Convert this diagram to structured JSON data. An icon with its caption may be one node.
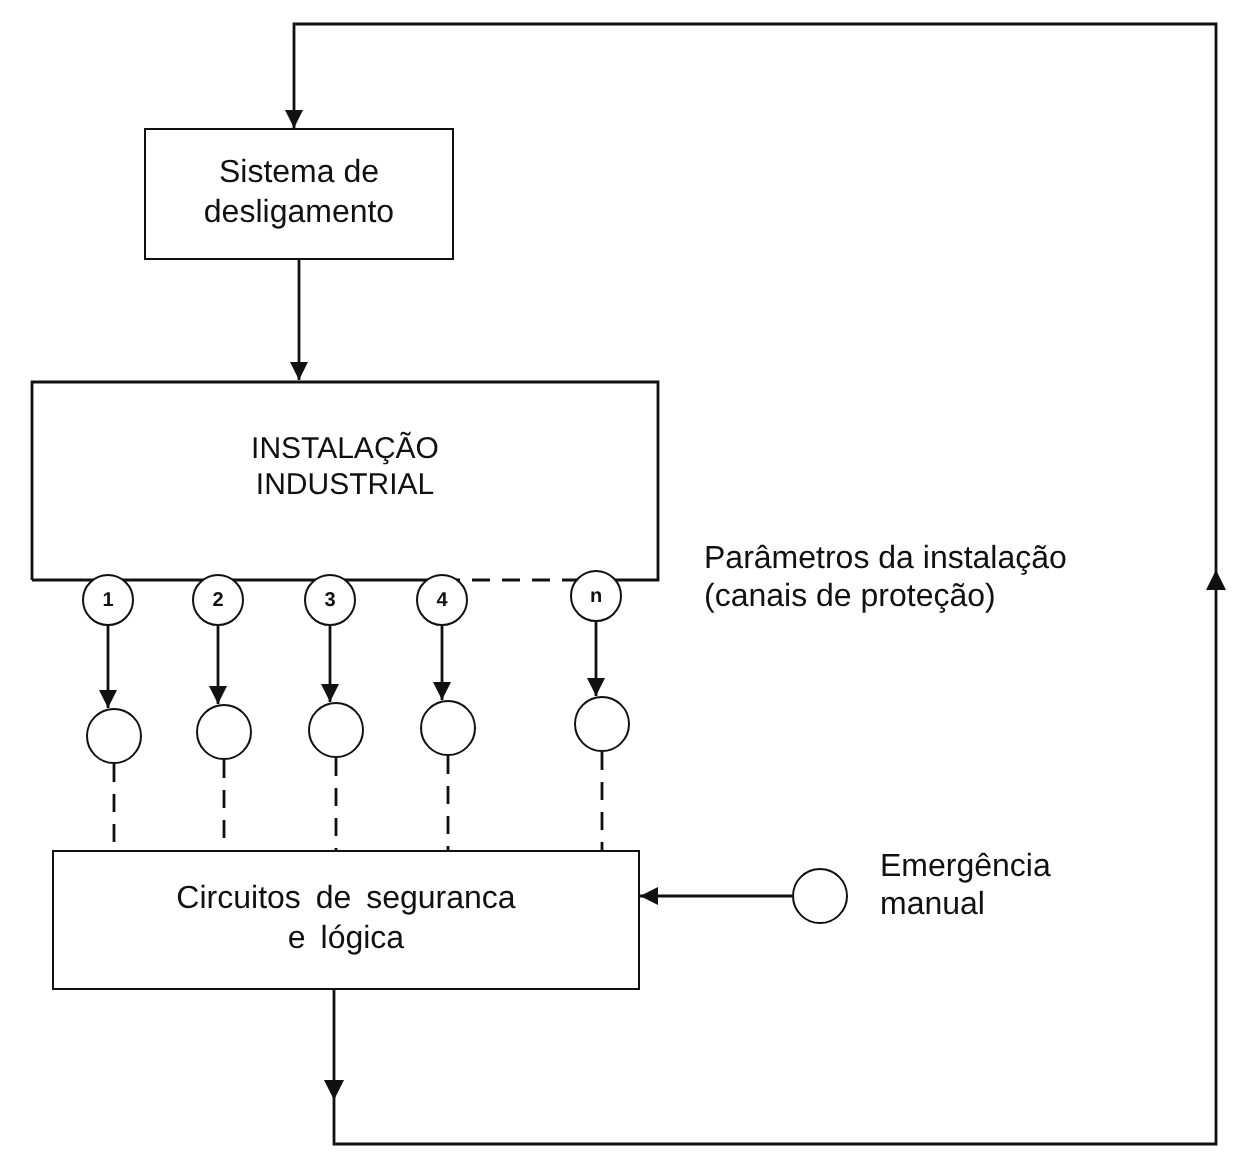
{
  "diagram": {
    "nodes": [
      {
        "text": [
          "Sistema de desligamento"
        ]
      },
      {
        "text": [
          "INSTALAÇÃO INDUSTRIAL"
        ]
      },
      {
        "text": [
          "1"
        ]
      },
      {
        "text": [
          "2"
        ]
      },
      {
        "text": [
          "3"
        ]
      },
      {
        "text": [
          "4"
        ]
      },
      {
        "text": [
          "n"
        ]
      },
      {
        "text": [],
        "shape": "circle"
      },
      {
        "text": [],
        "shape": "circle"
      },
      {
        "text": [],
        "shape": "circle"
      },
      {
        "text": [],
        "shape": "circle"
      },
      {
        "text": [],
        "shape": "circle"
      },
      {
        "text": [
          "Circuitos de seguranca e lógica"
        ]
      },
      {
        "text": [],
        "shape": "circle",
        "beside": [
          "Emergência manual"
        ]
      }
    ],
    "edges": [
      {
        "from": 0,
        "to": 1,
        "arrow": "to"
      },
      {
        "from": 2,
        "to": 7,
        "arrow": "to"
      },
      {
        "from": 3,
        "to": 8,
        "arrow": "to"
      },
      {
        "from": 4,
        "to": 9,
        "arrow": "to"
      },
      {
        "from": 5,
        "to": 10,
        "arrow": "to"
      },
      {
        "from": 6,
        "to": 11,
        "arrow": "to"
      },
      {
        "from": 7,
        "to": 12,
        "arrow": "none",
        "style": "dashed"
      },
      {
        "from": 8,
        "to": 12,
        "arrow": "none",
        "style": "dashed"
      },
      {
        "from": 9,
        "to": 12,
        "arrow": "none",
        "style": "dashed"
      },
      {
        "from": 10,
        "to": 12,
        "arrow": "none",
        "style": "dashed"
      },
      {
        "from": 11,
        "to": 12,
        "arrow": "none",
        "style": "dashed"
      },
      {
        "from": 13,
        "to": 12,
        "arrow": "to"
      },
      {
        "from": 12,
        "to": 0,
        "arrow": "to"
      }
    ],
    "labels": [
      "Parâmetros da instalação (canais de proteção)"
    ]
  }
}
